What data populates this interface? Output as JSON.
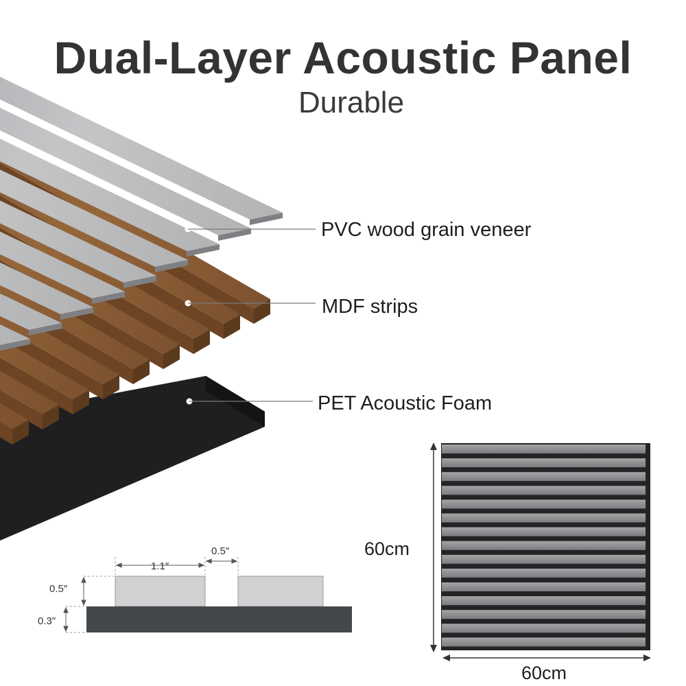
{
  "header": {
    "title": "Dual-Layer Acoustic Panel",
    "subtitle": "Durable"
  },
  "layers": [
    {
      "label": "PVC wood grain veneer"
    },
    {
      "label": "MDF strips"
    },
    {
      "label": "PET Acoustic Foam"
    }
  ],
  "cross_section": {
    "strip_width": "1.1″",
    "gap_width": "0.5″",
    "strip_height": "0.5″",
    "base_height": "0.3″"
  },
  "panel": {
    "height": "60cm",
    "width": "60cm"
  },
  "colors": {
    "veneer": "#b9b9bb",
    "mdf": "#8a5c33",
    "foam": "#1f1f21",
    "base": "#45484b"
  }
}
